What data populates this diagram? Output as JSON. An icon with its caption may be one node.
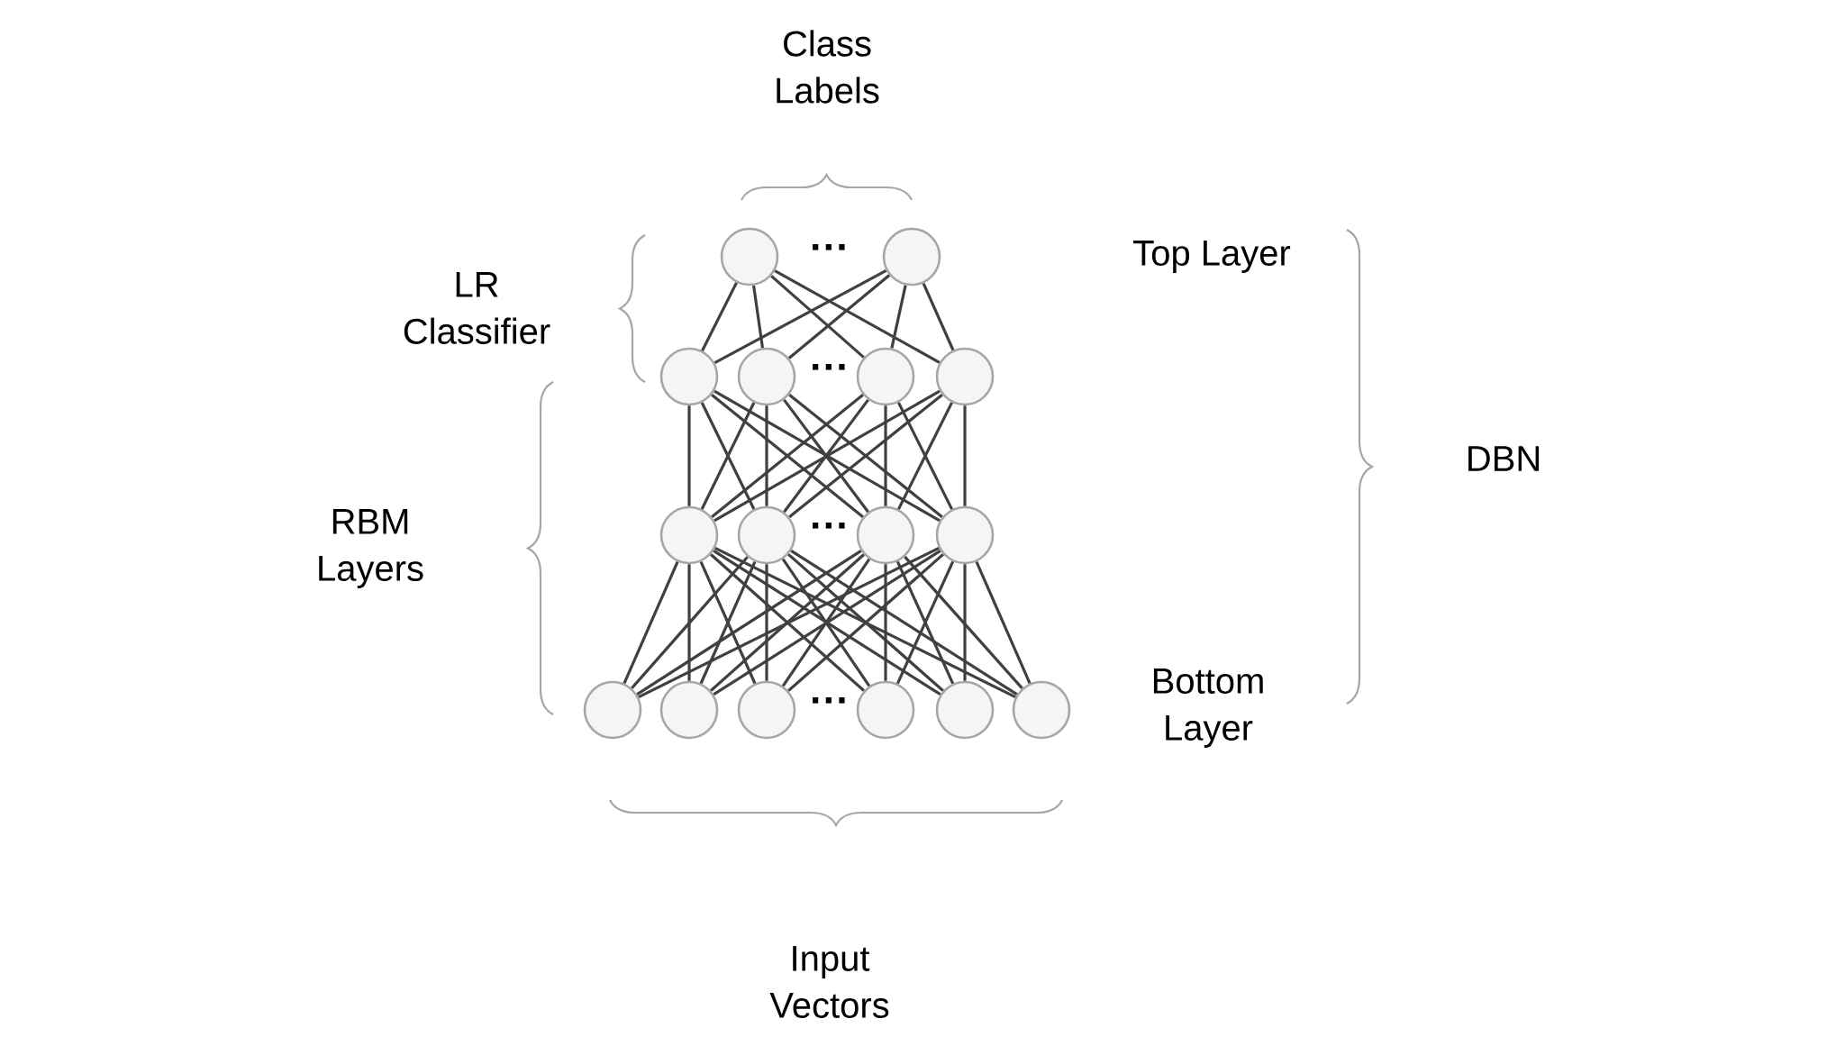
{
  "diagram": {
    "nodes": [
      {
        "text": [],
        "shape": "circle"
      },
      {
        "text": [],
        "shape": "circle"
      },
      {
        "text": [],
        "shape": "circle"
      },
      {
        "text": [],
        "shape": "circle"
      },
      {
        "text": [],
        "shape": "circle"
      },
      {
        "text": [],
        "shape": "circle"
      },
      {
        "text": [],
        "shape": "circle"
      },
      {
        "text": [],
        "shape": "circle"
      },
      {
        "text": [],
        "shape": "circle"
      },
      {
        "text": [],
        "shape": "circle"
      },
      {
        "text": [],
        "shape": "circle"
      },
      {
        "text": [],
        "shape": "circle"
      },
      {
        "text": [],
        "shape": "circle"
      },
      {
        "text": [],
        "shape": "circle"
      },
      {
        "text": [],
        "shape": "circle"
      },
      {
        "text": [],
        "shape": "circle"
      }
    ],
    "edges": [
      {
        "from": 0,
        "to": 2,
        "arrow": "none"
      },
      {
        "from": 0,
        "to": 3,
        "arrow": "none"
      },
      {
        "from": 0,
        "to": 4,
        "arrow": "none"
      },
      {
        "from": 0,
        "to": 5,
        "arrow": "none"
      },
      {
        "from": 1,
        "to": 2,
        "arrow": "none"
      },
      {
        "from": 1,
        "to": 3,
        "arrow": "none"
      },
      {
        "from": 1,
        "to": 4,
        "arrow": "none"
      },
      {
        "from": 1,
        "to": 5,
        "arrow": "none"
      },
      {
        "from": 2,
        "to": 6,
        "arrow": "none"
      },
      {
        "from": 2,
        "to": 7,
        "arrow": "none"
      },
      {
        "from": 2,
        "to": 8,
        "arrow": "none"
      },
      {
        "from": 2,
        "to": 9,
        "arrow": "none"
      },
      {
        "from": 3,
        "to": 6,
        "arrow": "none"
      },
      {
        "from": 3,
        "to": 7,
        "arrow": "none"
      },
      {
        "from": 3,
        "to": 8,
        "arrow": "none"
      },
      {
        "from": 3,
        "to": 9,
        "arrow": "none"
      },
      {
        "from": 4,
        "to": 6,
        "arrow": "none"
      },
      {
        "from": 4,
        "to": 7,
        "arrow": "none"
      },
      {
        "from": 4,
        "to": 8,
        "arrow": "none"
      },
      {
        "from": 4,
        "to": 9,
        "arrow": "none"
      },
      {
        "from": 5,
        "to": 6,
        "arrow": "none"
      },
      {
        "from": 5,
        "to": 7,
        "arrow": "none"
      },
      {
        "from": 5,
        "to": 8,
        "arrow": "none"
      },
      {
        "from": 5,
        "to": 9,
        "arrow": "none"
      },
      {
        "from": 6,
        "to": 10,
        "arrow": "none"
      },
      {
        "from": 6,
        "to": 11,
        "arrow": "none"
      },
      {
        "from": 6,
        "to": 12,
        "arrow": "none"
      },
      {
        "from": 6,
        "to": 13,
        "arrow": "none"
      },
      {
        "from": 6,
        "to": 14,
        "arrow": "none"
      },
      {
        "from": 6,
        "to": 15,
        "arrow": "none"
      },
      {
        "from": 7,
        "to": 10,
        "arrow": "none"
      },
      {
        "from": 7,
        "to": 11,
        "arrow": "none"
      },
      {
        "from": 7,
        "to": 12,
        "arrow": "none"
      },
      {
        "from": 7,
        "to": 13,
        "arrow": "none"
      },
      {
        "from": 7,
        "to": 14,
        "arrow": "none"
      },
      {
        "from": 7,
        "to": 15,
        "arrow": "none"
      },
      {
        "from": 8,
        "to": 10,
        "arrow": "none"
      },
      {
        "from": 8,
        "to": 11,
        "arrow": "none"
      },
      {
        "from": 8,
        "to": 12,
        "arrow": "none"
      },
      {
        "from": 8,
        "to": 13,
        "arrow": "none"
      },
      {
        "from": 8,
        "to": 14,
        "arrow": "none"
      },
      {
        "from": 8,
        "to": 15,
        "arrow": "none"
      },
      {
        "from": 9,
        "to": 10,
        "arrow": "none"
      },
      {
        "from": 9,
        "to": 11,
        "arrow": "none"
      },
      {
        "from": 9,
        "to": 12,
        "arrow": "none"
      },
      {
        "from": 9,
        "to": 13,
        "arrow": "none"
      },
      {
        "from": 9,
        "to": 14,
        "arrow": "none"
      },
      {
        "from": 9,
        "to": 15,
        "arrow": "none"
      }
    ],
    "labels": [
      "Class Labels",
      "···",
      "LR Classifier",
      "Top Layer",
      "···",
      "DBN",
      "···",
      "RBM Layers",
      "···",
      "Bottom Layer",
      "Input Vectors"
    ]
  }
}
